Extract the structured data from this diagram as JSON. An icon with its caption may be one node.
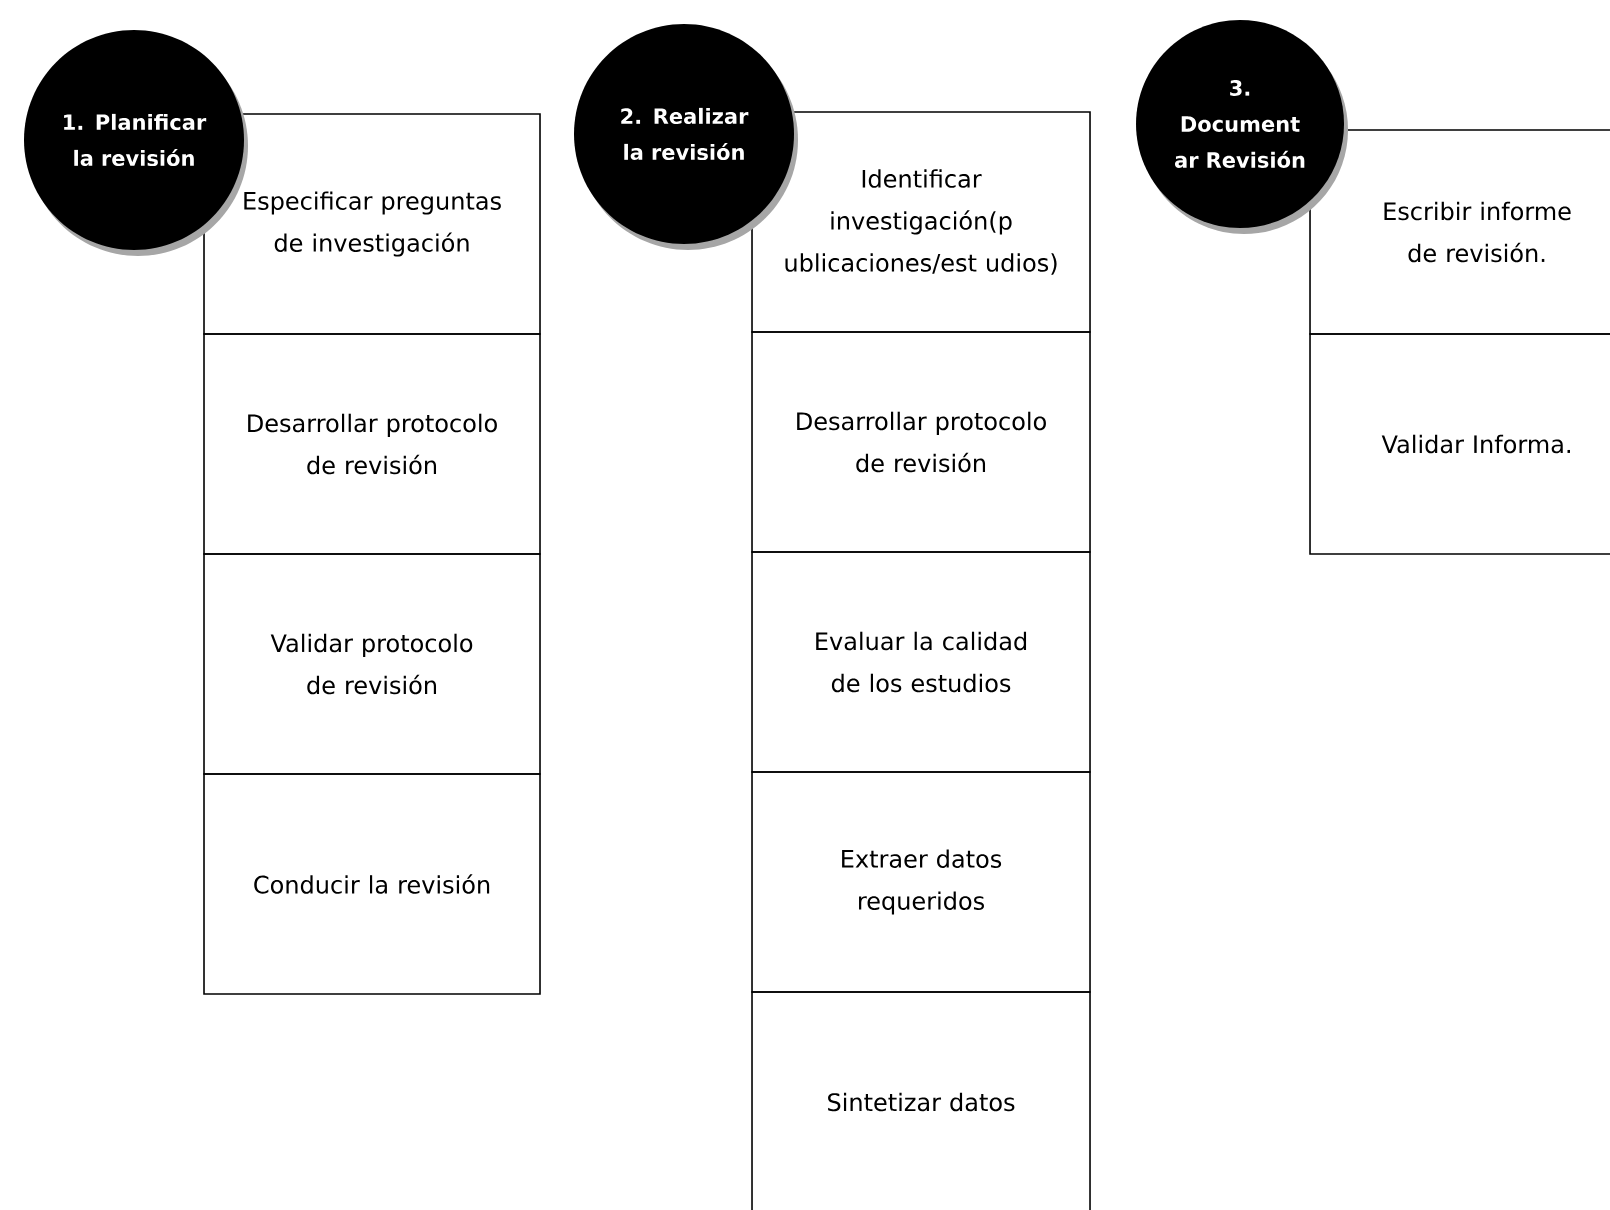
{
  "diagram": {
    "nodes": [
      {
        "text": [
          "1. Planificar la revisión"
        ]
      },
      {
        "text": [
          "Especificar preguntas de investigación"
        ]
      },
      {
        "text": [
          "Desarrollar protocolo de revisión"
        ]
      },
      {
        "text": [
          "Validar protocolo de revisión"
        ]
      },
      {
        "text": [
          "Conducir la revisión"
        ]
      },
      {
        "text": [
          "2. Realizar la revisión"
        ]
      },
      {
        "text": [
          "Identificar investigación(p ublicaciones/est udios)"
        ]
      },
      {
        "text": [
          "Desarrollar protocolo de revisión"
        ]
      },
      {
        "text": [
          "Evaluar la calidad de los estudios"
        ]
      },
      {
        "text": [
          "Extraer datos requeridos"
        ]
      },
      {
        "text": [
          "Sintetizar datos"
        ]
      },
      {
        "text": [
          "3. Document ar Revisión"
        ]
      },
      {
        "text": [
          "Escribir informe de revisión."
        ]
      },
      {
        "text": [
          "Validar Informa."
        ]
      }
    ]
  }
}
